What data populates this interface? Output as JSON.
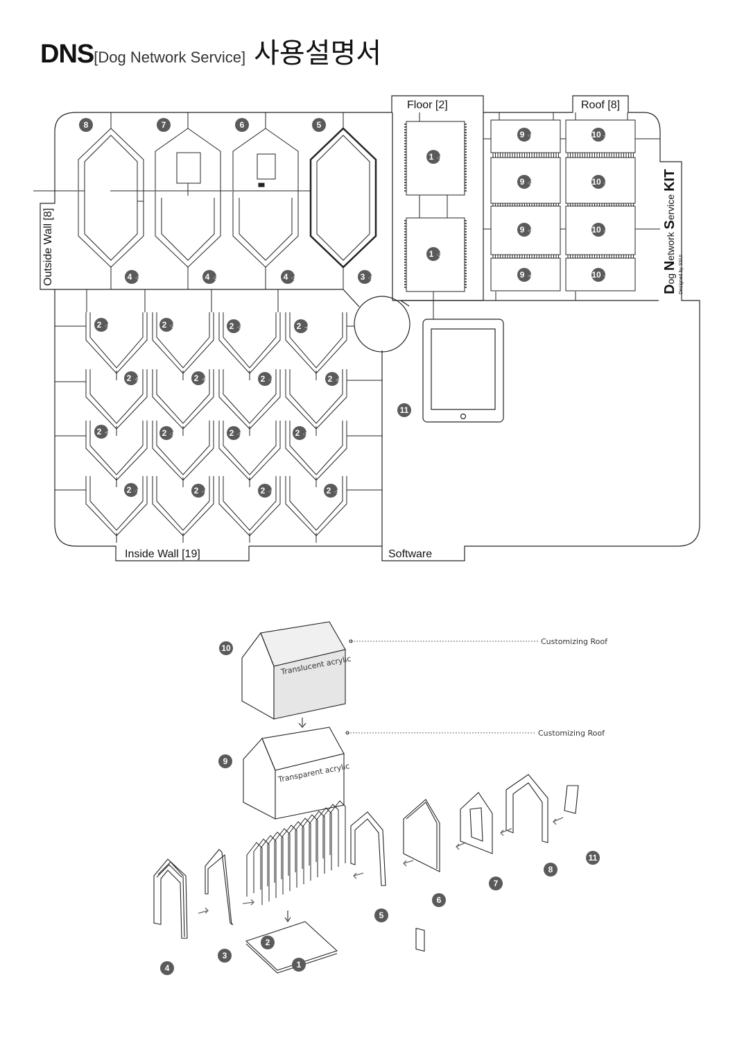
{
  "title": {
    "bold": "DNS",
    "bracket": "[Dog Network Service]",
    "korean": "사용설명서"
  },
  "sections": {
    "outside_wall": "Outside Wall [8]",
    "floor": "Floor [2]",
    "roof": "Roof [8]",
    "inside_wall": "Inside Wall [19]",
    "software": "Software"
  },
  "kit": {
    "line1_parts": [
      {
        "b": "D",
        "r": "og "
      },
      {
        "b": "N",
        "r": "etwork "
      },
      {
        "b": "S",
        "r": "ervice "
      },
      {
        "b": "KIT",
        "r": ""
      }
    ],
    "designed_by": "Designed by SSU!"
  },
  "outside_wall_parts": {
    "top_labels": [
      "8",
      "7",
      "6",
      "5"
    ],
    "bottom_labels": [
      [
        "4",
        "-3"
      ],
      [
        "4",
        "-2"
      ],
      [
        "4",
        "-1"
      ],
      [
        "3",
        "-1"
      ]
    ]
  },
  "floor_parts": [
    [
      "1",
      "-1"
    ],
    [
      "1",
      "-2"
    ]
  ],
  "roof_parts": {
    "left": [
      [
        "9",
        "-1"
      ],
      [
        "9",
        "-2"
      ],
      [
        "9",
        "-3"
      ],
      [
        "9",
        "-4"
      ]
    ],
    "right": [
      [
        "10",
        "-1"
      ],
      [
        "10",
        "-2"
      ],
      [
        "10",
        "-3"
      ],
      [
        "10",
        "-4"
      ]
    ]
  },
  "inside_wall_parts": [
    [
      "2",
      "-1"
    ],
    [
      "2",
      "-2"
    ],
    [
      "2",
      "-3"
    ],
    [
      "2",
      "-4"
    ],
    [
      "2",
      "-5"
    ],
    [
      "2",
      "-6"
    ],
    [
      "2",
      "-7"
    ],
    [
      "2",
      "-8"
    ],
    [
      "2",
      "-9"
    ],
    [
      "2",
      "-10"
    ],
    [
      "2",
      "-11"
    ],
    [
      "2",
      "-12"
    ],
    [
      "2",
      "-13"
    ],
    [
      "2",
      "-14"
    ],
    [
      "2",
      "-15"
    ],
    [
      "2",
      "-16"
    ]
  ],
  "software_label": "11",
  "assembly": {
    "roof_top": {
      "label": "10",
      "material": "Translucent acrylic",
      "caption": "Customizing Roof"
    },
    "roof_mid": {
      "label": "9",
      "material": "Transparent acrylic",
      "caption": "Customizing Roof"
    },
    "part_labels": [
      "1",
      "2",
      "3",
      "4",
      "5",
      "6",
      "7",
      "8",
      "11"
    ]
  },
  "colors": {
    "bubble": "#5a5a5a",
    "line": "#222222",
    "roof_fill": "#e6e6e6"
  }
}
